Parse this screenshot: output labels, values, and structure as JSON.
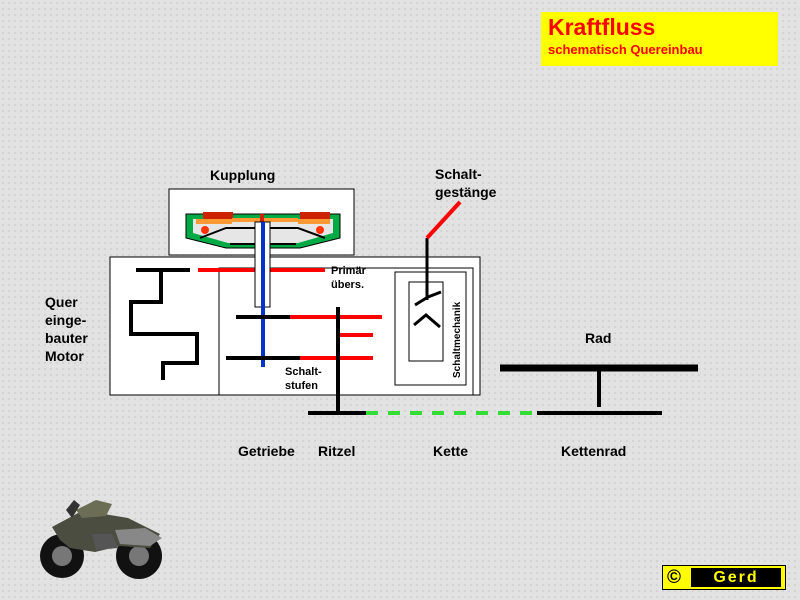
{
  "title": {
    "main": "Kraftfluss",
    "sub": "schematisch Quereinbau"
  },
  "labels": {
    "kupplung": "Kupplung",
    "schalt_line1": "Schalt-",
    "schalt_line2": "gestänge",
    "motor_line1": "Quer",
    "motor_line2": "einge-",
    "motor_line3": "bauter",
    "motor_line4": "Motor",
    "primaer_line1": "Primär",
    "primaer_line2": "übers.",
    "schaltmechanik": "Schaltmechanik",
    "schaltstufen_line1": "Schalt-",
    "schaltstufen_line2": "stufen",
    "rad": "Rad",
    "getriebe": "Getriebe",
    "ritzel": "Ritzel",
    "kette": "Kette",
    "kettenrad": "Kettenrad"
  },
  "copyright": {
    "symbol": "©",
    "name": "Gerd"
  },
  "colors": {
    "title_bg": "#ffff00",
    "title_text": "#ff0000",
    "power_red": "#ff0000",
    "shaft_blue": "#0033cc",
    "chain_green": "#33dd33",
    "clutch_green": "#00aa44",
    "clutch_orange": "#ff9933"
  }
}
